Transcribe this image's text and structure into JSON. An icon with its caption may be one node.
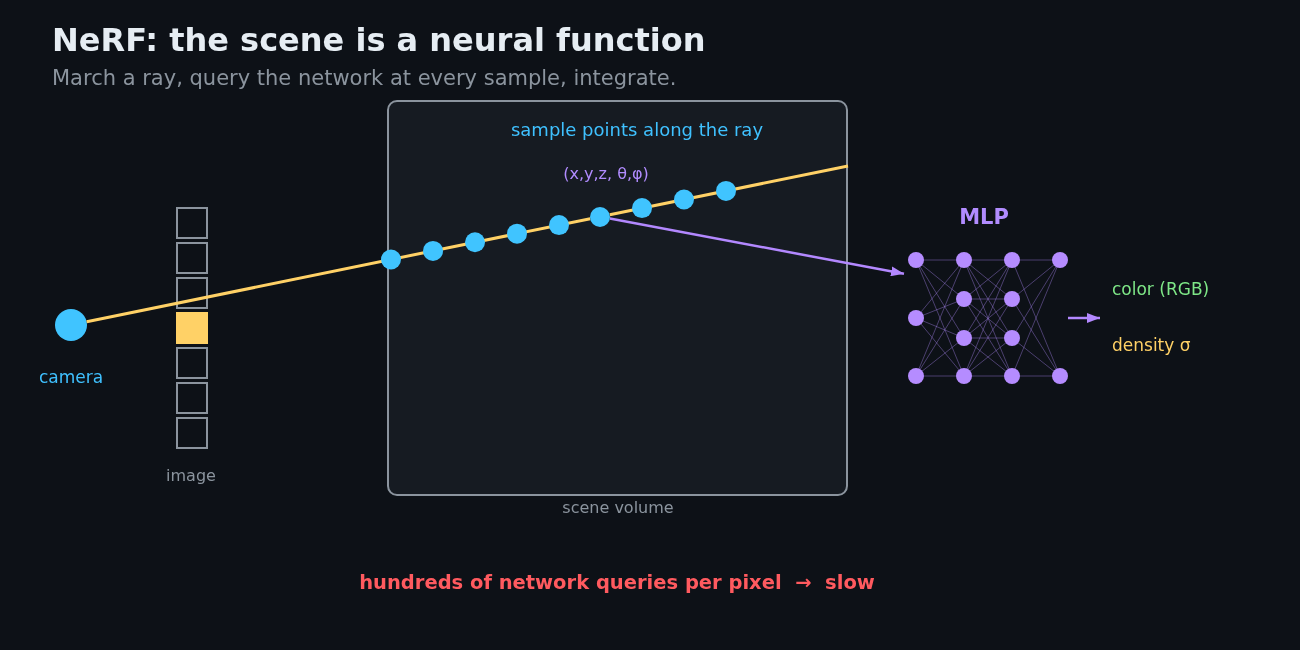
{
  "diagram": {
    "title": "NeRF: the scene is a neural function",
    "nodes": [
      {
        "text": [],
        "shape": "circle",
        "beside": [
          "camera"
        ]
      },
      {
        "text": [
          "sample points along the ray"
        ],
        "beside": [
          "scene volume"
        ]
      },
      {
        "text": [],
        "shape": "circle",
        "in": 1,
        "beside": [
          "(x,y,z, θ,φ)"
        ]
      },
      {
        "text": [
          "MLP"
        ]
      },
      {
        "text": [
          "color (RGB)",
          "density σ"
        ]
      }
    ],
    "edges": [
      {
        "from": 0,
        "to": 2,
        "arrow": "none",
        "color": "#ffd166"
      },
      {
        "from": 2,
        "to": 1,
        "arrow": "none",
        "color": "#ffd166"
      },
      {
        "from": 2,
        "to": 3,
        "arrow": "to",
        "color": "#b388ff"
      },
      {
        "from": 3,
        "to": 4,
        "arrow": "to",
        "color": "#b388ff"
      }
    ],
    "labels": [
      "March a ray, query the network at every sample, integrate.",
      "image",
      "hundreds of network queries per pixel  →  slow"
    ]
  }
}
